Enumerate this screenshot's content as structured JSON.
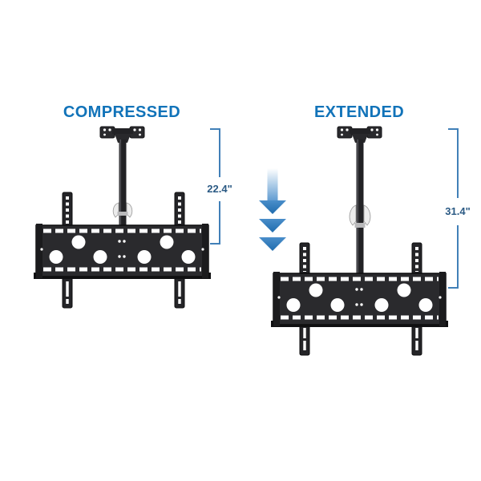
{
  "colors": {
    "background": "#ffffff",
    "heading_blue": "#1173b9",
    "measurement_blue": "#2b5a84",
    "dimension_line_blue": "#4180b8",
    "arrow_blue": "#2f7cc0",
    "mount_black": "#242427"
  },
  "panels": [
    {
      "label": "COMPRESSED",
      "measurement": "22.4\""
    },
    {
      "label": "EXTENDED",
      "measurement": "31.4\""
    }
  ],
  "icons": [
    {
      "name": "triple-down-arrow-icon"
    }
  ]
}
